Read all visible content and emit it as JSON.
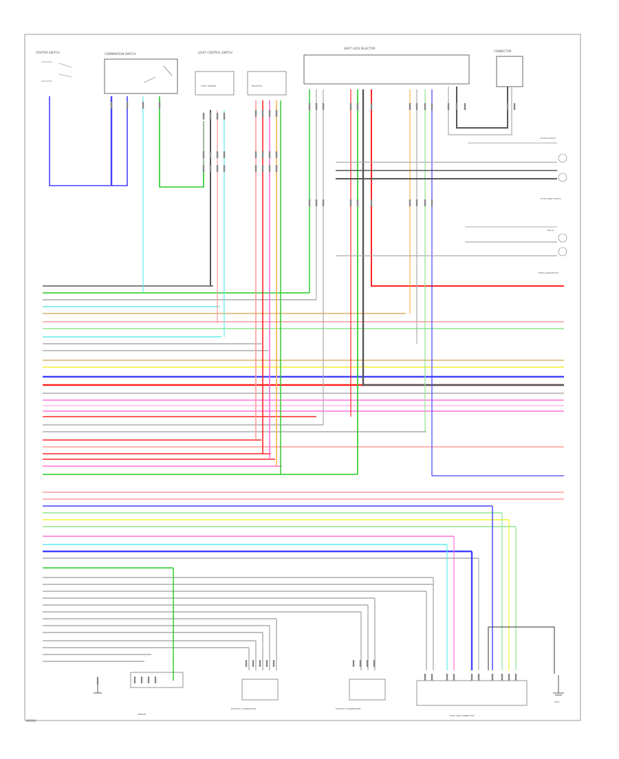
{
  "diagram": {
    "reference_code": "W0000",
    "components": {
      "top_left_switch": "STARTER SWITCH",
      "combination_switch": "COMBINATION SWITCH",
      "light_sensor_group": "LIGHT CONTROL SWITCH",
      "light_sensor_sub_left": "LIGHT SENSOR",
      "light_sensor_sub_right": "RESISTOR",
      "shift_selector": "SHIFT LOCK SELECTOR",
      "connector_top_right": "CONNECTOR",
      "door_switch_right": "DOOR SWITCH",
      "stop_lamp_switch": "STOP LAMP SWITCH",
      "remote_relay": "RELAY",
      "turn_lamp_switch": "TURN LAMP SWITCH",
      "bottom_left_sensor": "SENSOR",
      "compressor_left": "ELECTRIC COMPRESSOR",
      "compressor_right": "ELECTRIC COMPRESSOR",
      "data_link": "DATA LINK CONNECTOR",
      "ground": "GND"
    },
    "wire_colors": {
      "blue": "#4040ff",
      "green": "#22c822",
      "light_green": "#8ee68e",
      "red": "#ff2020",
      "light_red": "#ff9a9a",
      "pink": "#ff70d8",
      "light_pink": "#ffb8e8",
      "yellow": "#f2f230",
      "orange": "#ffb050",
      "cyan": "#60eaea",
      "black": "#555555",
      "gray": "#aaaaaa",
      "tan": "#d8b060"
    }
  }
}
